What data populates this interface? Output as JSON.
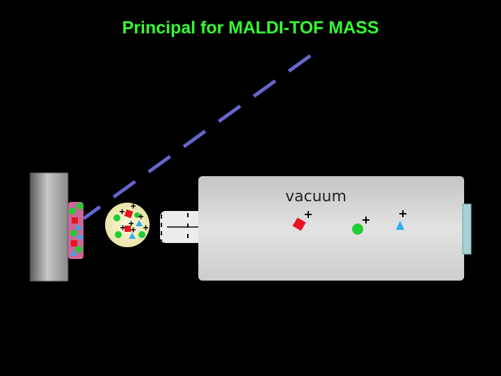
{
  "title": "Principal  for MALDI-TOF MASS",
  "labels": {
    "vacuum": "vacuum"
  },
  "colors": {
    "title": "#33ff33",
    "laser": "#6666cc",
    "sample_strip": "#cc6699",
    "cloud": "#f2f0c0",
    "analyte_square": "#e8141e",
    "analyte_circle": "#22cc33",
    "analyte_triangle": "#33aaee",
    "tube": "#d8d8d8",
    "detector": "#a6d2d4"
  },
  "icons": [
    "plus-sign",
    "square-ion",
    "circle-ion",
    "triangle-ion"
  ]
}
